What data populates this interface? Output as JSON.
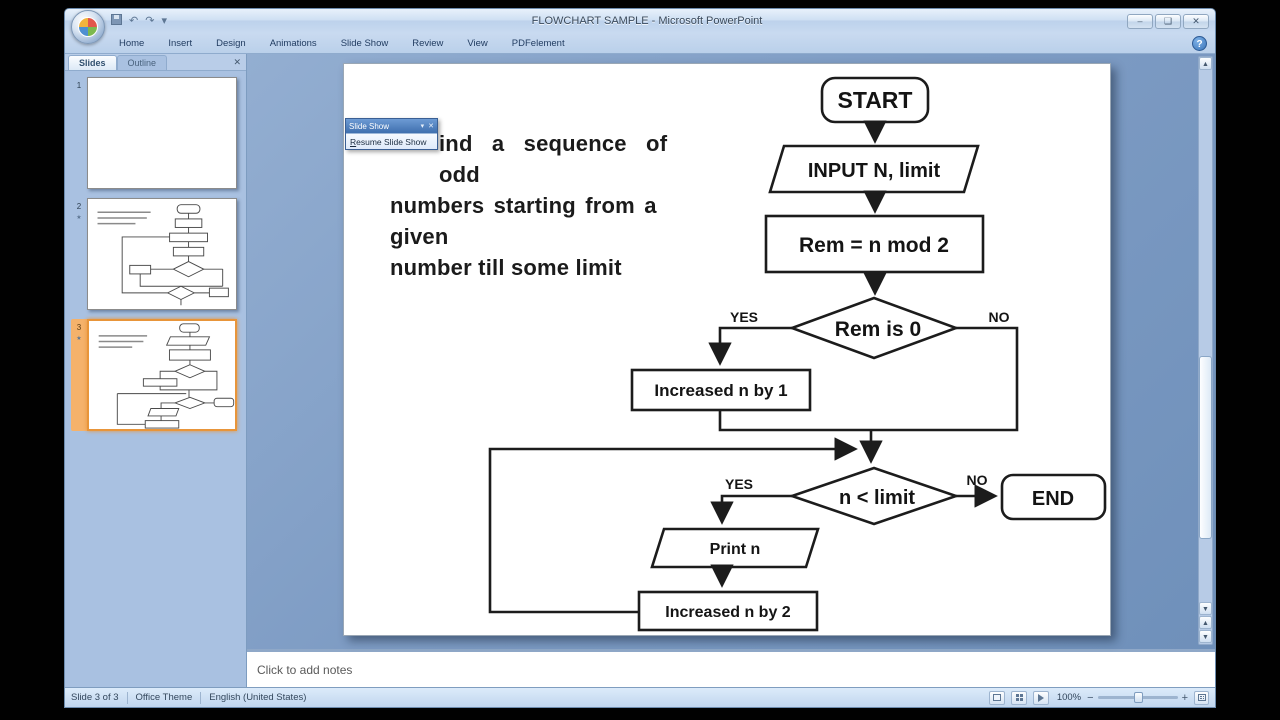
{
  "window": {
    "title": "FLOWCHART SAMPLE - Microsoft PowerPoint"
  },
  "icons": {
    "undo": "↶",
    "redo": "↷",
    "qat_dropdown": "▾",
    "minimize": "–",
    "maximize": "❑",
    "close": "✕",
    "help": "?",
    "panel_close": "✕",
    "popup_dropdown": "▾",
    "popup_close": "✕",
    "scroll_up": "▲",
    "scroll_down": "▼",
    "prev_slide": "▲",
    "next_slide": "▼",
    "zoom_out": "−",
    "zoom_in": "+"
  },
  "ribbon": {
    "tabs": [
      "Home",
      "Insert",
      "Design",
      "Animations",
      "Slide Show",
      "Review",
      "View",
      "PDFelement"
    ]
  },
  "panel": {
    "tabs": {
      "slides": "Slides",
      "outline": "Outline"
    },
    "slides": [
      {
        "number": "1"
      },
      {
        "number": "2"
      },
      {
        "number": "3"
      }
    ]
  },
  "popup": {
    "title": "Slide Show",
    "menu_item_prefix": "R",
    "menu_item_rest": "esume Slide Show"
  },
  "slide": {
    "text_lines": {
      "l1": "ind a sequence of odd",
      "l2": "numbers starting from a given",
      "l3": "number till some limit"
    },
    "flowchart": {
      "start": "START",
      "input": "INPUT N, limit",
      "process_rem": "Rem = n mod 2",
      "decision_rem": "Rem is 0",
      "yes": "YES",
      "no": "NO",
      "increase1": "Increased n by 1",
      "decision_limit": "n < limit",
      "print": "Print n",
      "increase2": "Increased n by 2",
      "end": "END"
    }
  },
  "notes": {
    "placeholder": "Click to add notes"
  },
  "status": {
    "slide_indicator": "Slide 3 of 3",
    "theme": "Office Theme",
    "language": "English (United States)",
    "zoom_level": "100%"
  }
}
